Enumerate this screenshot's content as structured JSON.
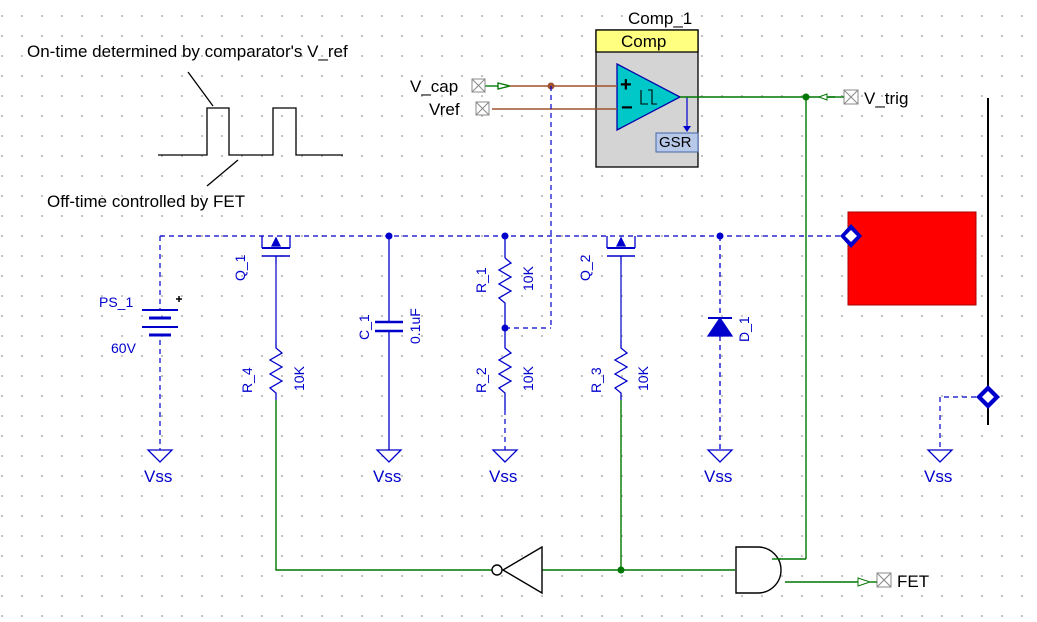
{
  "annotations": {
    "on_time": "On-time determined by comparator's V_ref",
    "off_time": "Off-time controlled by FET"
  },
  "comparator": {
    "instance": "Comp_1",
    "type": "Comp",
    "gsr": "GSR",
    "plus": "+",
    "minus": "−"
  },
  "pins": {
    "v_cap": "V_cap",
    "vref": "Vref",
    "v_trig": "V_trig",
    "fet": "FET"
  },
  "supply": {
    "name": "PS_1",
    "value": "60V",
    "plus": "+"
  },
  "components": {
    "q1": "Q_1",
    "q2": "Q_2",
    "c1": {
      "name": "C_1",
      "value": "0.1uF"
    },
    "r1": {
      "name": "R_1",
      "value": "10K"
    },
    "r2": {
      "name": "R_2",
      "value": "10K"
    },
    "r3": {
      "name": "R_3",
      "value": "10K"
    },
    "r4": {
      "name": "R_4",
      "value": "10K"
    },
    "d1": "D_1"
  },
  "ground_label": "Vss",
  "colors": {
    "wire_blue": "#0000cc",
    "wire_green": "#007700",
    "wire_brown": "#a0522d",
    "comp_fill": "#00c8c8",
    "comp_header": "#ffff80",
    "comp_body": "#d4d4d4",
    "red_block": "#ff0000"
  }
}
